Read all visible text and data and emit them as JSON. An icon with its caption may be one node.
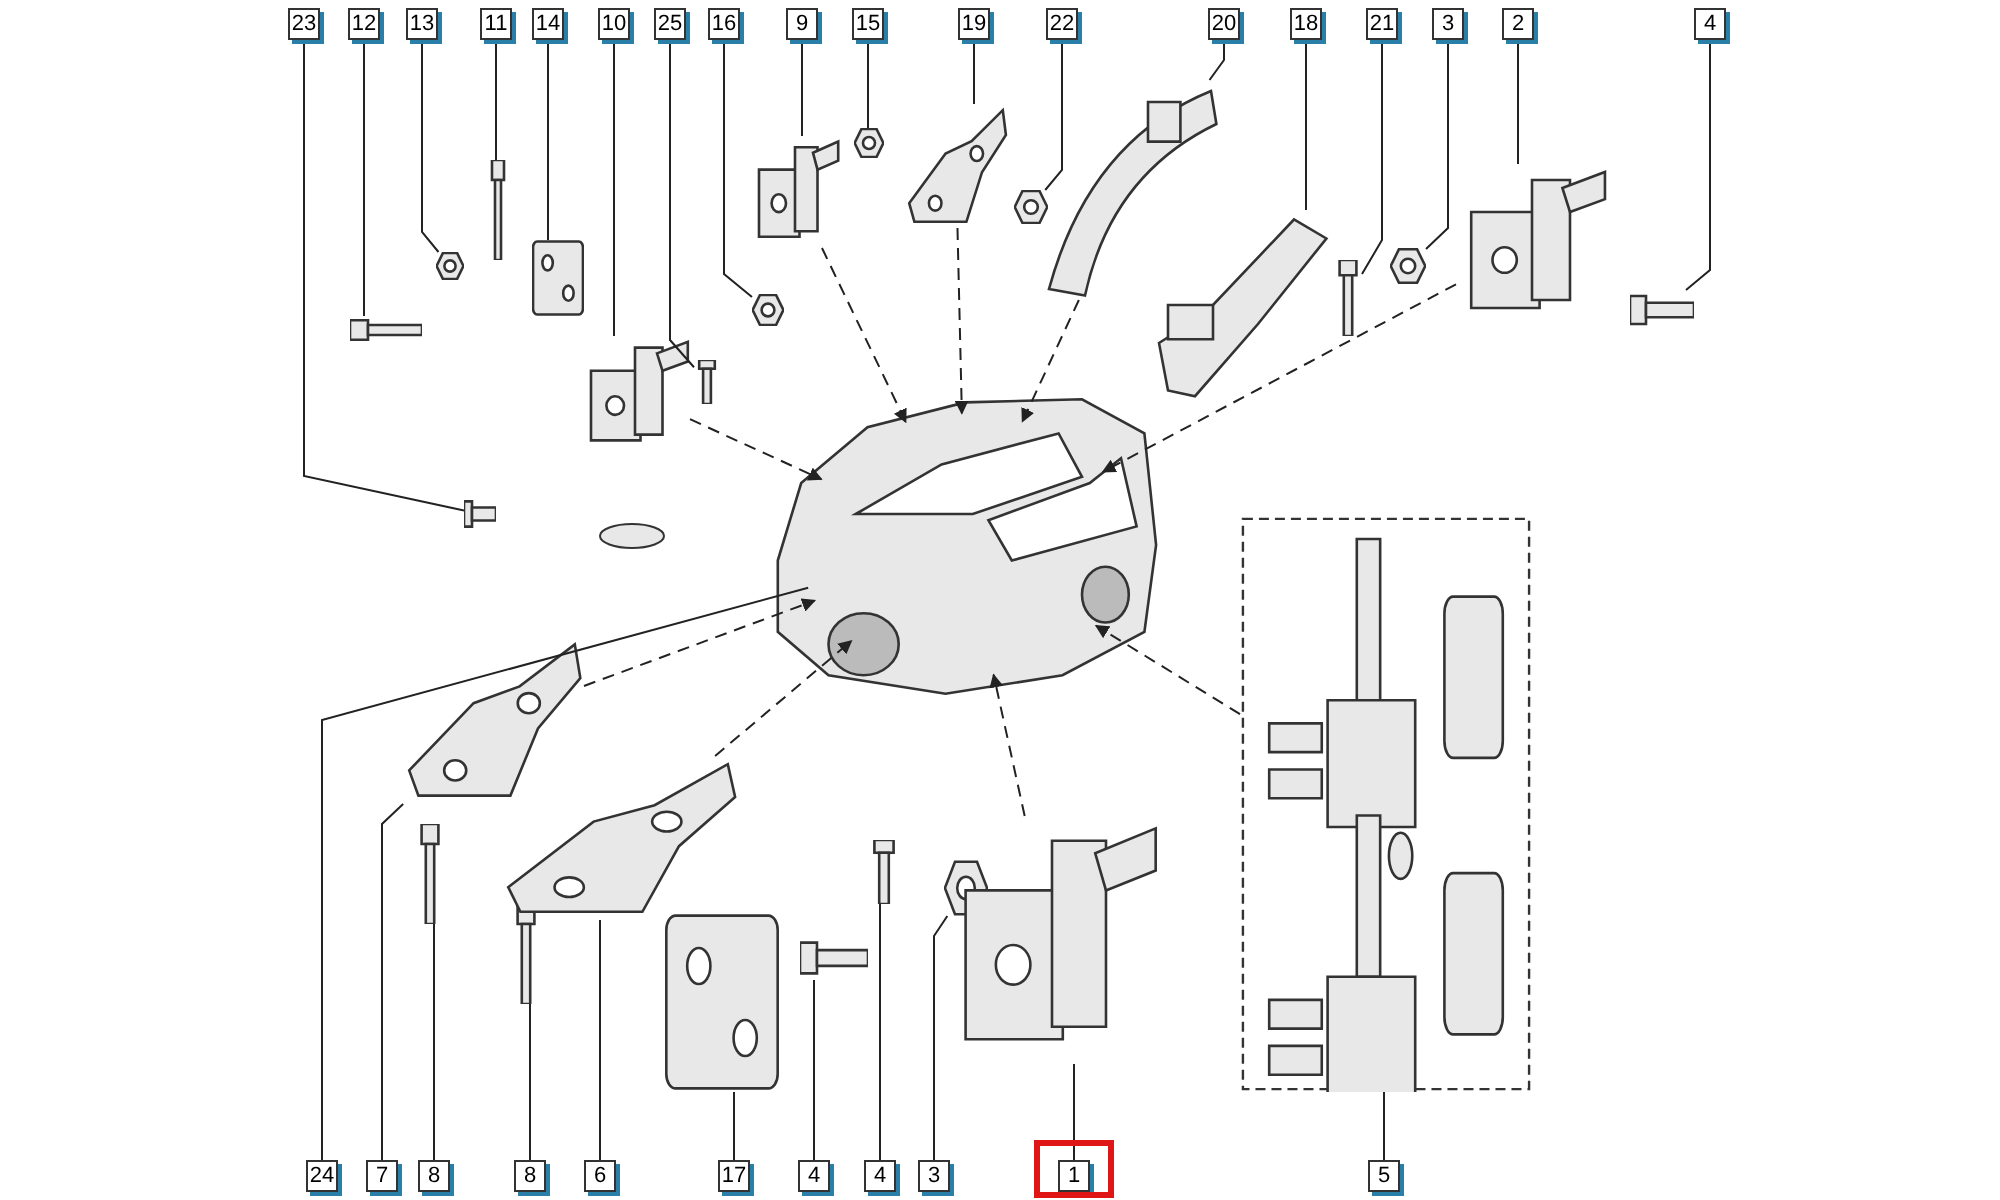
{
  "diagram": {
    "nodes": [
      {
        "text": [
          "23"
        ]
      },
      {
        "text": [
          "12"
        ]
      },
      {
        "text": [
          "13"
        ]
      },
      {
        "text": [
          "11"
        ]
      },
      {
        "text": [
          "14"
        ]
      },
      {
        "text": [
          "10"
        ]
      },
      {
        "text": [
          "25"
        ]
      },
      {
        "text": [
          "16"
        ]
      },
      {
        "text": [
          "9"
        ]
      },
      {
        "text": [
          "15"
        ]
      },
      {
        "text": [
          "19"
        ]
      },
      {
        "text": [
          "22"
        ]
      },
      {
        "text": [
          "20"
        ]
      },
      {
        "text": [
          "18"
        ]
      },
      {
        "text": [
          "21"
        ]
      },
      {
        "text": [
          "3"
        ]
      },
      {
        "text": [
          "2"
        ]
      },
      {
        "text": [
          "4"
        ]
      },
      {
        "text": [
          "24"
        ]
      },
      {
        "text": [
          "7"
        ]
      },
      {
        "text": [
          "8"
        ]
      },
      {
        "text": [
          "8"
        ]
      },
      {
        "text": [
          "6"
        ]
      },
      {
        "text": [
          "17"
        ]
      },
      {
        "text": [
          "4"
        ]
      },
      {
        "text": [
          "4"
        ]
      },
      {
        "text": [
          "3"
        ]
      },
      {
        "text": [
          "1"
        ]
      },
      {
        "text": [
          "5"
        ]
      },
      {
        "text": [],
        "shape": "picture"
      },
      {
        "text": [],
        "shape": "picture"
      },
      {
        "text": [],
        "shape": "picture"
      },
      {
        "text": [],
        "shape": "picture"
      },
      {
        "text": [],
        "shape": "picture"
      },
      {
        "text": [],
        "shape": "picture"
      },
      {
        "text": [],
        "shape": "picture"
      },
      {
        "text": [],
        "shape": "picture"
      },
      {
        "text": [],
        "shape": "picture"
      },
      {
        "text": [],
        "shape": "picture"
      },
      {
        "text": [],
        "shape": "picture"
      },
      {
        "text": [],
        "shape": "picture"
      },
      {
        "text": [],
        "shape": "picture"
      },
      {
        "text": [],
        "shape": "picture"
      },
      {
        "text": [],
        "shape": "picture"
      },
      {
        "text": [],
        "shape": "picture"
      },
      {
        "text": [],
        "shape": "picture"
      },
      {
        "text": [],
        "shape": "picture"
      },
      {
        "text": [],
        "shape": "picture"
      },
      {
        "text": [],
        "shape": "picture"
      },
      {
        "text": [],
        "shape": "picture"
      },
      {
        "text": [],
        "shape": "picture"
      },
      {
        "text": [],
        "shape": "picture"
      },
      {
        "text": [],
        "shape": "picture"
      },
      {
        "text": [],
        "shape": "picture"
      },
      {
        "text": [],
        "shape": "picture"
      },
      {
        "text": [],
        "shape": "picture"
      },
      {
        "text": [],
        "shape": "picture"
      },
      {
        "text": [],
        "shape": "box"
      }
    ],
    "edges": [
      {
        "from": 0,
        "to": 30,
        "arrow": "none"
      },
      {
        "from": 1,
        "to": 31,
        "arrow": "none"
      },
      {
        "from": 2,
        "to": 32,
        "arrow": "none"
      },
      {
        "from": 3,
        "to": 33,
        "arrow": "none"
      },
      {
        "from": 4,
        "to": 34,
        "arrow": "none"
      },
      {
        "from": 5,
        "to": 35,
        "arrow": "none"
      },
      {
        "from": 6,
        "to": 36,
        "arrow": "none"
      },
      {
        "from": 7,
        "to": 37,
        "arrow": "none"
      },
      {
        "from": 8,
        "to": 38,
        "arrow": "none"
      },
      {
        "from": 9,
        "to": 39,
        "arrow": "none"
      },
      {
        "from": 10,
        "to": 40,
        "arrow": "none"
      },
      {
        "from": 11,
        "to": 41,
        "arrow": "none"
      },
      {
        "from": 12,
        "to": 42,
        "arrow": "none"
      },
      {
        "from": 13,
        "to": 43,
        "arrow": "none"
      },
      {
        "from": 14,
        "to": 44,
        "arrow": "none"
      },
      {
        "from": 15,
        "to": 45,
        "arrow": "none"
      },
      {
        "from": 16,
        "to": 46,
        "arrow": "none"
      },
      {
        "from": 17,
        "to": 47,
        "arrow": "none"
      },
      {
        "from": 18,
        "to": 29,
        "arrow": "none"
      },
      {
        "from": 19,
        "to": 48,
        "arrow": "none"
      },
      {
        "from": 20,
        "to": 49,
        "arrow": "none"
      },
      {
        "from": 21,
        "to": 50,
        "arrow": "none"
      },
      {
        "from": 22,
        "to": 51,
        "arrow": "none"
      },
      {
        "from": 23,
        "to": 52,
        "arrow": "none"
      },
      {
        "from": 24,
        "to": 53,
        "arrow": "none"
      },
      {
        "from": 25,
        "to": 54,
        "arrow": "none"
      },
      {
        "from": 26,
        "to": 55,
        "arrow": "none"
      },
      {
        "from": 27,
        "to": 56,
        "arrow": "none"
      },
      {
        "from": 28,
        "to": 57,
        "arrow": "none"
      },
      {
        "from": 35,
        "to": 29,
        "arrow": "to",
        "style": "dashed"
      },
      {
        "from": 38,
        "to": 29,
        "arrow": "to",
        "style": "dashed"
      },
      {
        "from": 40,
        "to": 29,
        "arrow": "to",
        "style": "dashed"
      },
      {
        "from": 42,
        "to": 29,
        "arrow": "to",
        "style": "dashed"
      },
      {
        "from": 46,
        "to": 29,
        "arrow": "to",
        "style": "dashed"
      },
      {
        "from": 48,
        "to": 29,
        "arrow": "to",
        "style": "dashed"
      },
      {
        "from": 51,
        "to": 29,
        "arrow": "to",
        "style": "dashed"
      },
      {
        "from": 56,
        "to": 29,
        "arrow": "to",
        "style": "dashed"
      },
      {
        "from": 57,
        "to": 29,
        "arrow": "to",
        "style": "dashed"
      }
    ]
  }
}
